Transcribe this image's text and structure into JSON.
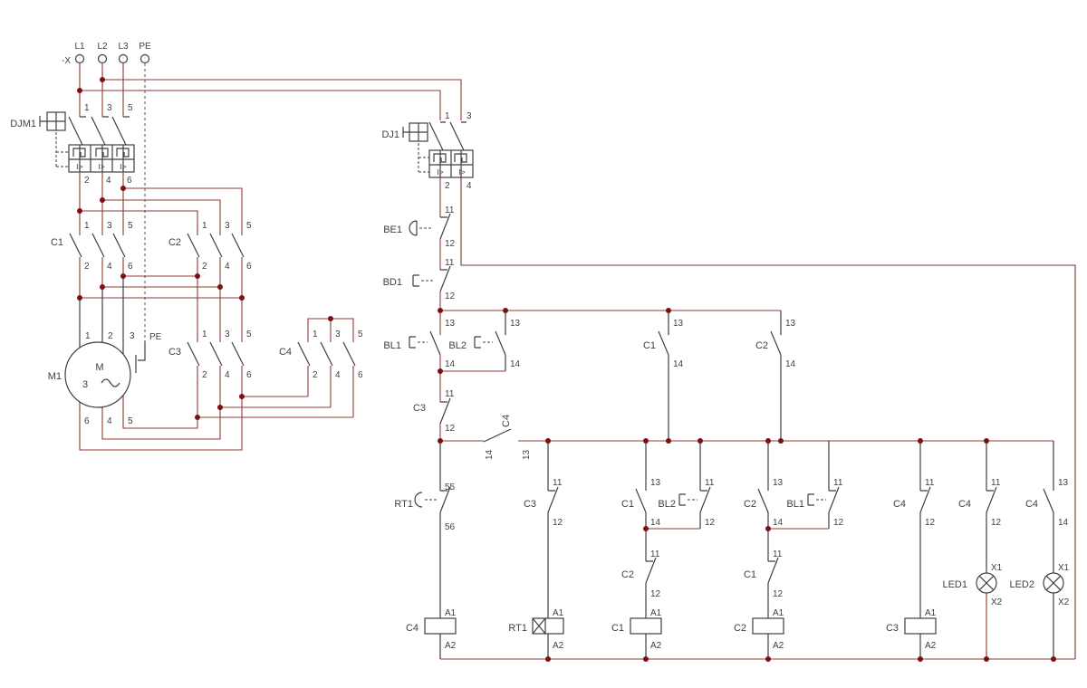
{
  "colors": {
    "background": "#ffffff",
    "wire": "#913a33",
    "wire_dark": "#6e3a2c",
    "symbol": "#3f3f3f",
    "junction_dot": "#7a1113",
    "text": "#3f3f3f"
  },
  "supply": {
    "strip": "-X",
    "phases": [
      "L1",
      "L2",
      "L3",
      "PE"
    ]
  },
  "components": {
    "djm1": "DJM1",
    "dj1": "DJ1",
    "c1": "C1",
    "c2": "C2",
    "c3": "C3",
    "c4": "C4",
    "m1": "M1",
    "motor_letter": "M",
    "motor_phases": "3",
    "be1": "BE1",
    "bd1": "BD1",
    "bl1": "BL1",
    "bl2": "BL2",
    "rt1": "RT1",
    "led1": "LED1",
    "led2": "LED2",
    "trip": "I>",
    "pe": "PE"
  },
  "terminals": {
    "t1": "1",
    "t2": "2",
    "t3": "3",
    "t4": "4",
    "t5": "5",
    "t6": "6",
    "t11": "11",
    "t12": "12",
    "t13": "13",
    "t14": "14",
    "t55": "55",
    "t56": "56",
    "a1": "A1",
    "a2": "A2",
    "x1": "X1",
    "x2": "X2"
  }
}
